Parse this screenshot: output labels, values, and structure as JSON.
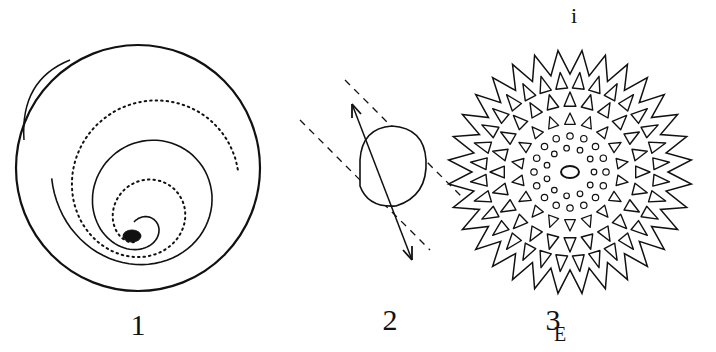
{
  "diagram": {
    "labels": [
      "1",
      "2",
      "3",
      "i",
      "E"
    ]
  }
}
